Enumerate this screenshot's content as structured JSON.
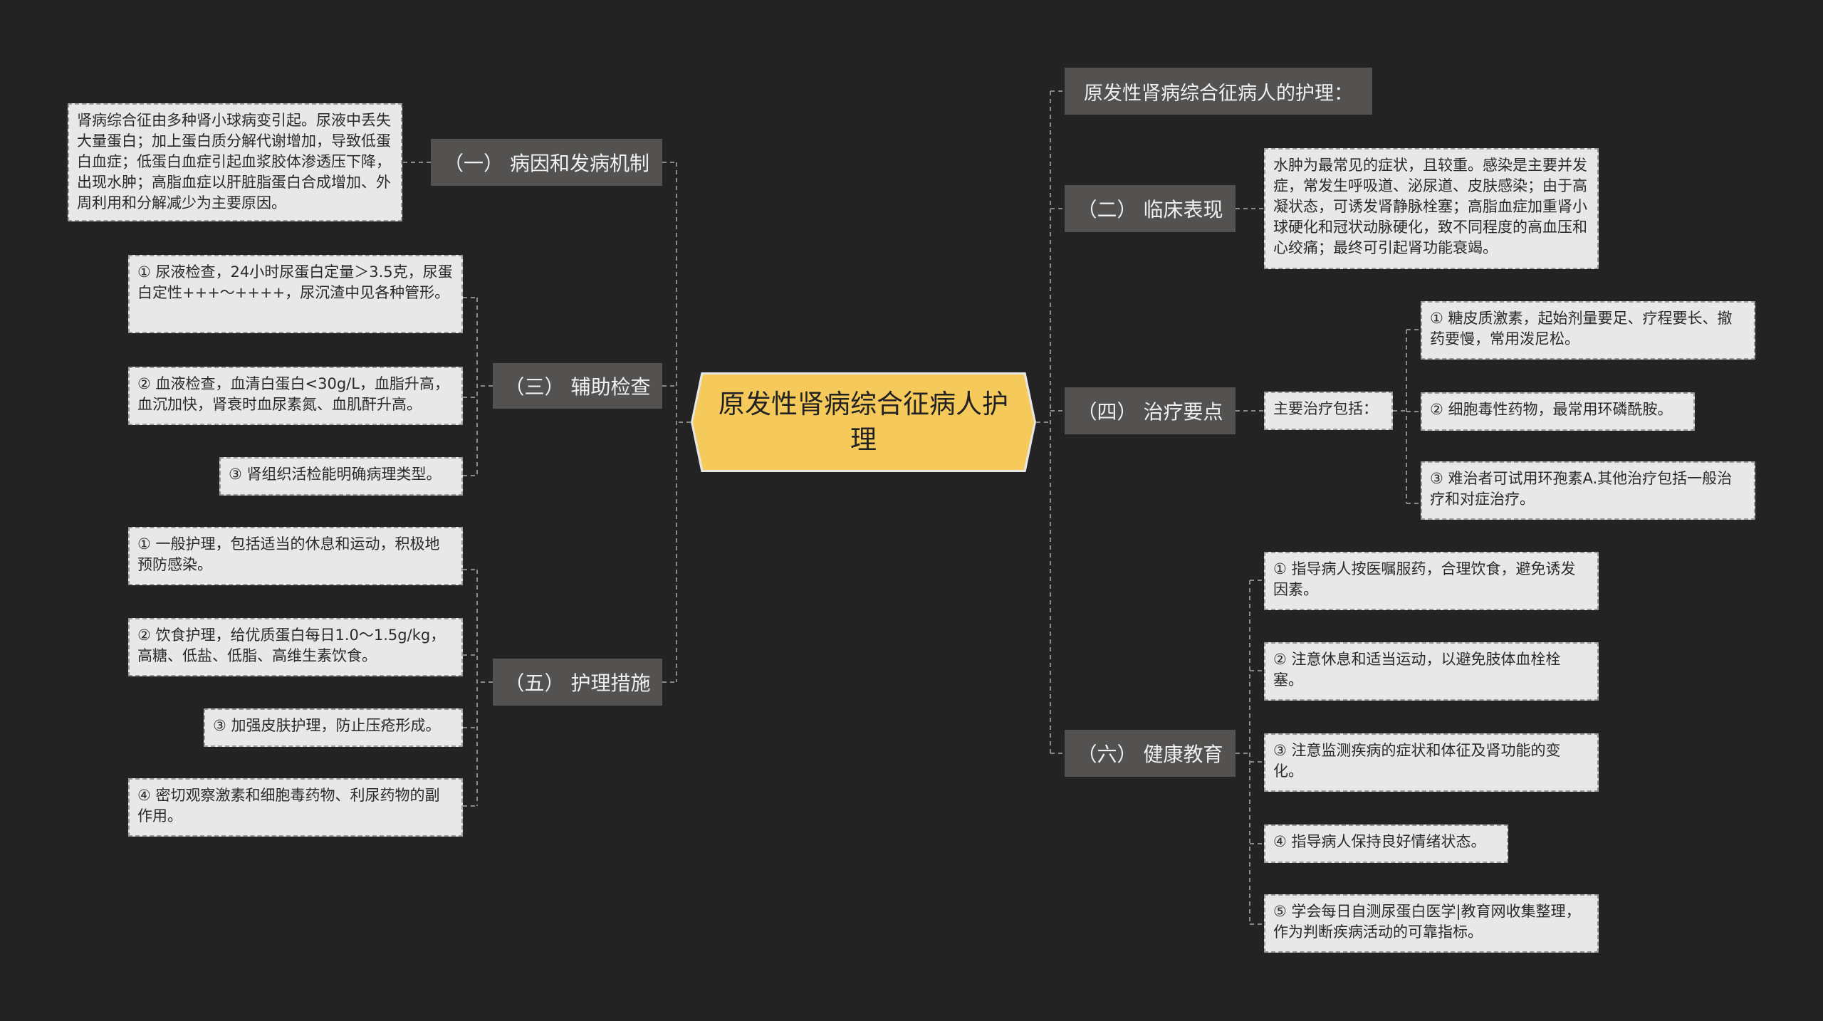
{
  "central": {
    "title": "原发性肾病综合征病人护理"
  },
  "left_branches": [
    {
      "label": "（一） 病因和发病机制",
      "leaves": [
        "肾病综合征由多种肾小球病变引起。尿液中丢失大量蛋白；加上蛋白质分解代谢增加，导致低蛋白血症；低蛋白血症引起血浆胶体渗透压下降，出现水肿；高脂血症以肝脏脂蛋白合成增加、外周利用和分解减少为主要原因。"
      ]
    },
    {
      "label": "（三） 辅助检查",
      "leaves": [
        "① 尿液检查，24小时尿蛋白定量＞3.5克，尿蛋白定性+++～++++，尿沉渣中见各种管形。",
        "② 血液检查，血清白蛋白<30g/L，血脂升高，血沉加快，肾衰时血尿素氮、血肌酐升高。",
        "③ 肾组织活检能明确病理类型。"
      ]
    },
    {
      "label": "（五） 护理措施",
      "leaves": [
        "① 一般护理，包括适当的休息和运动，积极地预防感染。",
        "② 饮食护理，给优质蛋白每日1.0～1.5g/kg，高糖、低盐、低脂、高维生素饮食。",
        "③ 加强皮肤护理，防止压疮形成。",
        "④ 密切观察激素和细胞毒药物、利尿药物的副作用。"
      ]
    }
  ],
  "right_branches": [
    {
      "label": "原发性肾病综合征病人的护理：",
      "leaves": []
    },
    {
      "label": "（二） 临床表现",
      "leaves": [
        "水肿为最常见的症状，且较重。感染是主要并发症，常发生呼吸道、泌尿道、皮肤感染；由于高凝状态，可诱发肾静脉栓塞；高脂血症加重肾小球硬化和冠状动脉硬化，致不同程度的高血压和心绞痛；最终可引起肾功能衰竭。"
      ]
    },
    {
      "label": "（四） 治疗要点",
      "sub": "主要治疗包括：",
      "leaves": [
        "① 糖皮质激素，起始剂量要足、疗程要长、撤药要慢，常用泼尼松。",
        "② 细胞毒性药物，最常用环磷酰胺。",
        "③ 难治者可试用环孢素A.其他治疗包括一般治疗和对症治疗。"
      ]
    },
    {
      "label": "（六） 健康教育",
      "leaves": [
        "① 指导病人按医嘱服药，合理饮食，避免诱发因素。",
        "② 注意休息和适当运动，以避免肢体血栓栓塞。",
        "③ 注意监测疾病的症状和体征及肾功能的变化。",
        "④ 指导病人保持良好情绪状态。",
        "⑤ 学会每日自测尿蛋白医学|教育网收集整理，作为判断疾病活动的可靠指标。"
      ]
    }
  ],
  "colors": {
    "background": "#232323",
    "central_fill": "#f5c95a",
    "branch_fill": "#545250",
    "leaf_fill": "#e8e8e8",
    "connector": "#8a8a8a"
  }
}
